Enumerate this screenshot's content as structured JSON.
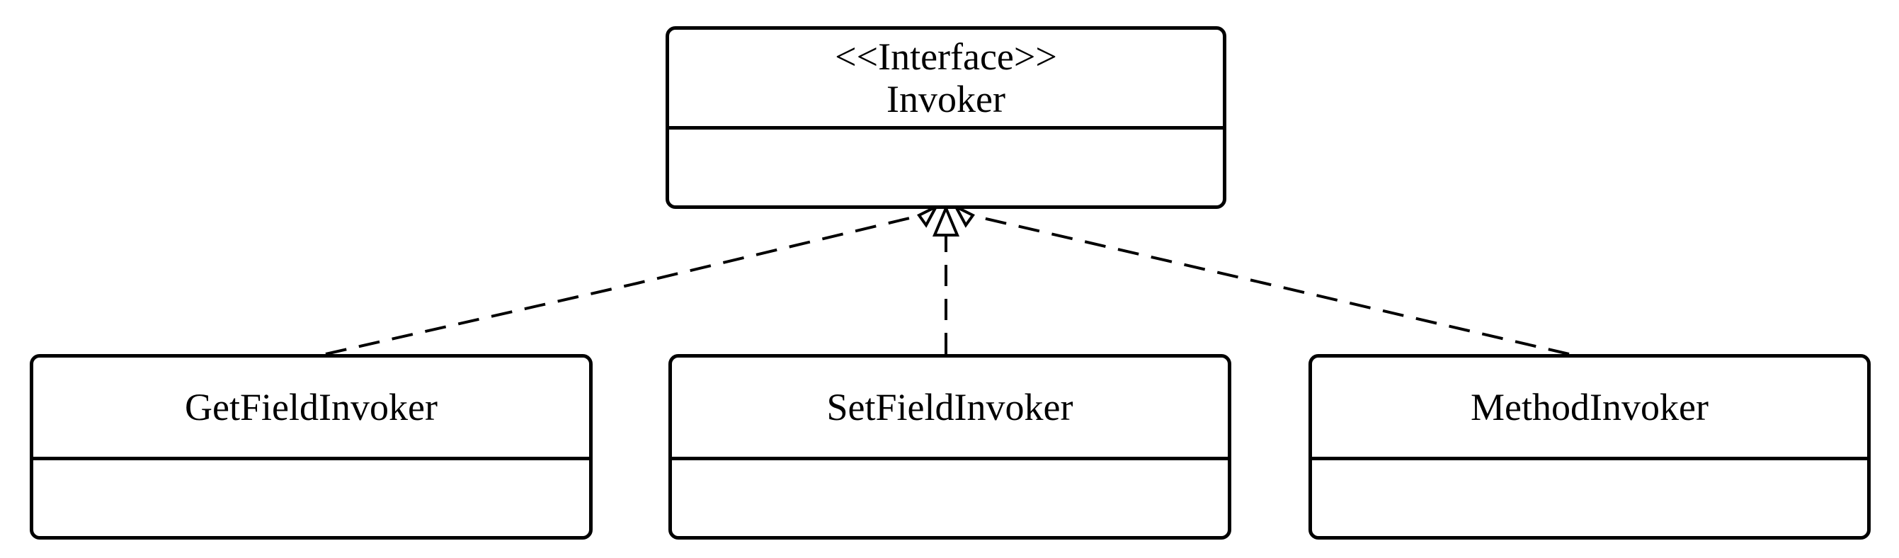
{
  "diagram": {
    "interface": {
      "stereotype": "<<Interface>>",
      "name": "Invoker"
    },
    "implementations": [
      {
        "name": "GetFieldInvoker"
      },
      {
        "name": "SetFieldInvoker"
      },
      {
        "name": "MethodInvoker"
      }
    ],
    "relationship": "realization"
  }
}
